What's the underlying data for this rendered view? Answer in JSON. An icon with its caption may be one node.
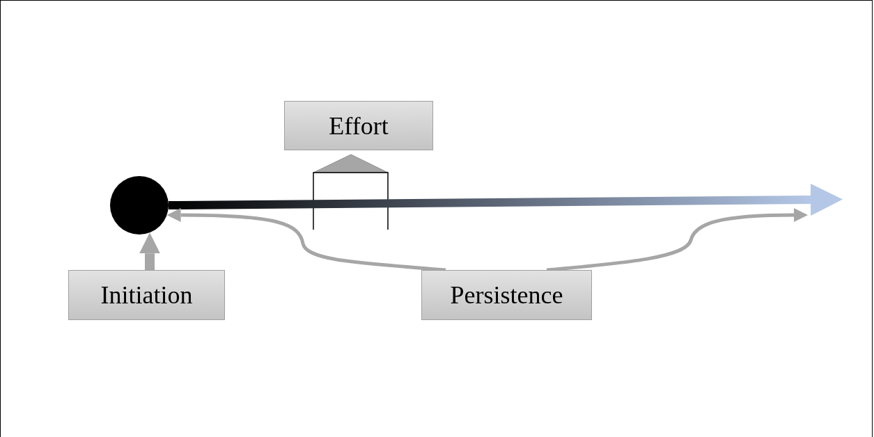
{
  "diagram": {
    "nodes": [
      {
        "text": [],
        "shape": "circle"
      },
      {
        "text": [
          "Effort"
        ]
      },
      {
        "text": [
          "Initiation"
        ]
      },
      {
        "text": [
          "Persistence"
        ]
      }
    ],
    "edges": [
      {
        "from": 0,
        "to": null,
        "arrow": "to",
        "style": "thick",
        "color": "#000000"
      },
      {
        "from": 2,
        "to": 0,
        "arrow": "to",
        "style": "thick"
      },
      {
        "from": 3,
        "to": 0,
        "arrow": "to"
      },
      {
        "from": 3,
        "to": null,
        "arrow": "to"
      }
    ]
  }
}
